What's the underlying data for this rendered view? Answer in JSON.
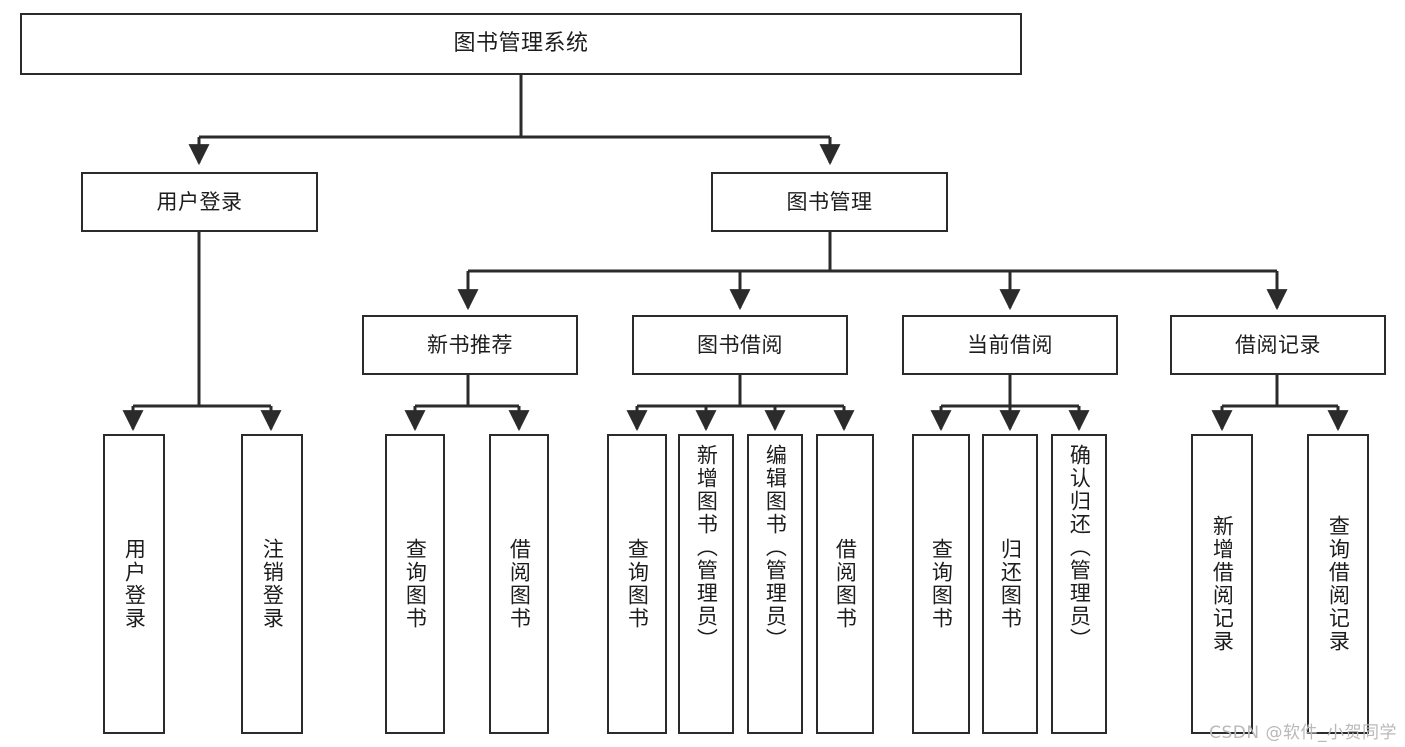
{
  "diagram": {
    "type": "tree",
    "title": "图书管理系统",
    "orientation": "top-down",
    "colors": {
      "node_border": "#2b2b2b",
      "node_fill": "#ffffff",
      "edge": "#2b2b2b",
      "text": "#1d1d1d",
      "watermark": "#b9b9b9",
      "background": "#ffffff"
    },
    "watermark": "CSDN @软件_小贺同学",
    "levels": [
      {
        "level": 1,
        "count": 1
      },
      {
        "level": 2,
        "count": 2
      },
      {
        "level": 3,
        "count": 4
      },
      {
        "level": 4,
        "count": 13
      }
    ],
    "nodes": {
      "root": {
        "id": "n0",
        "label": "图书管理系统",
        "level": 1,
        "orientation": "horizontal"
      },
      "level2": [
        {
          "id": "n1",
          "label": "用户登录",
          "level": 2,
          "orientation": "horizontal"
        },
        {
          "id": "n2",
          "label": "图书管理",
          "level": 2,
          "orientation": "horizontal"
        }
      ],
      "level3": [
        {
          "id": "n3",
          "label": "新书推荐",
          "level": 3,
          "orientation": "horizontal"
        },
        {
          "id": "n4",
          "label": "图书借阅",
          "level": 3,
          "orientation": "horizontal"
        },
        {
          "id": "n5",
          "label": "当前借阅",
          "level": 3,
          "orientation": "horizontal"
        },
        {
          "id": "n6",
          "label": "借阅记录",
          "level": 3,
          "orientation": "horizontal"
        }
      ],
      "leaves": [
        {
          "id": "l1",
          "label": "用户登录",
          "parent": "用户登录",
          "orientation": "vertical"
        },
        {
          "id": "l2",
          "label": "注销登录",
          "parent": "用户登录",
          "orientation": "vertical"
        },
        {
          "id": "l3",
          "label": "查询图书",
          "parent": "新书推荐",
          "orientation": "vertical"
        },
        {
          "id": "l4",
          "label": "借阅图书",
          "parent": "新书推荐",
          "orientation": "vertical"
        },
        {
          "id": "l5",
          "label": "查询图书",
          "parent": "图书借阅",
          "orientation": "vertical"
        },
        {
          "id": "l6",
          "label": "新增图书（管理员）",
          "parent": "图书借阅",
          "orientation": "vertical"
        },
        {
          "id": "l7",
          "label": "编辑图书（管理员）",
          "parent": "图书借阅",
          "orientation": "vertical"
        },
        {
          "id": "l8",
          "label": "借阅图书",
          "parent": "图书借阅",
          "orientation": "vertical"
        },
        {
          "id": "l9",
          "label": "查询图书",
          "parent": "当前借阅",
          "orientation": "vertical"
        },
        {
          "id": "l10",
          "label": "归还图书",
          "parent": "当前借阅",
          "orientation": "vertical"
        },
        {
          "id": "l11",
          "label": "确认归还（管理员）",
          "parent": "当前借阅",
          "orientation": "vertical"
        },
        {
          "id": "l12",
          "label": "新增借阅记录",
          "parent": "借阅记录",
          "orientation": "vertical"
        },
        {
          "id": "l13",
          "label": "查询借阅记录",
          "parent": "借阅记录",
          "orientation": "vertical"
        }
      ]
    },
    "edges": [
      {
        "from": "图书管理系统",
        "to": "用户登录"
      },
      {
        "from": "图书管理系统",
        "to": "图书管理"
      },
      {
        "from": "用户登录",
        "to": "用户登录(叶)"
      },
      {
        "from": "用户登录",
        "to": "注销登录"
      },
      {
        "from": "图书管理",
        "to": "新书推荐"
      },
      {
        "from": "图书管理",
        "to": "图书借阅"
      },
      {
        "from": "图书管理",
        "to": "当前借阅"
      },
      {
        "from": "图书管理",
        "to": "借阅记录"
      },
      {
        "from": "新书推荐",
        "to": "查询图书"
      },
      {
        "from": "新书推荐",
        "to": "借阅图书"
      },
      {
        "from": "图书借阅",
        "to": "查询图书"
      },
      {
        "from": "图书借阅",
        "to": "新增图书（管理员）"
      },
      {
        "from": "图书借阅",
        "to": "编辑图书（管理员）"
      },
      {
        "from": "图书借阅",
        "to": "借阅图书"
      },
      {
        "from": "当前借阅",
        "to": "查询图书"
      },
      {
        "from": "当前借阅",
        "to": "归还图书"
      },
      {
        "from": "当前借阅",
        "to": "确认归还（管理员）"
      },
      {
        "from": "借阅记录",
        "to": "新增借阅记录"
      },
      {
        "from": "借阅记录",
        "to": "查询借阅记录"
      }
    ]
  }
}
